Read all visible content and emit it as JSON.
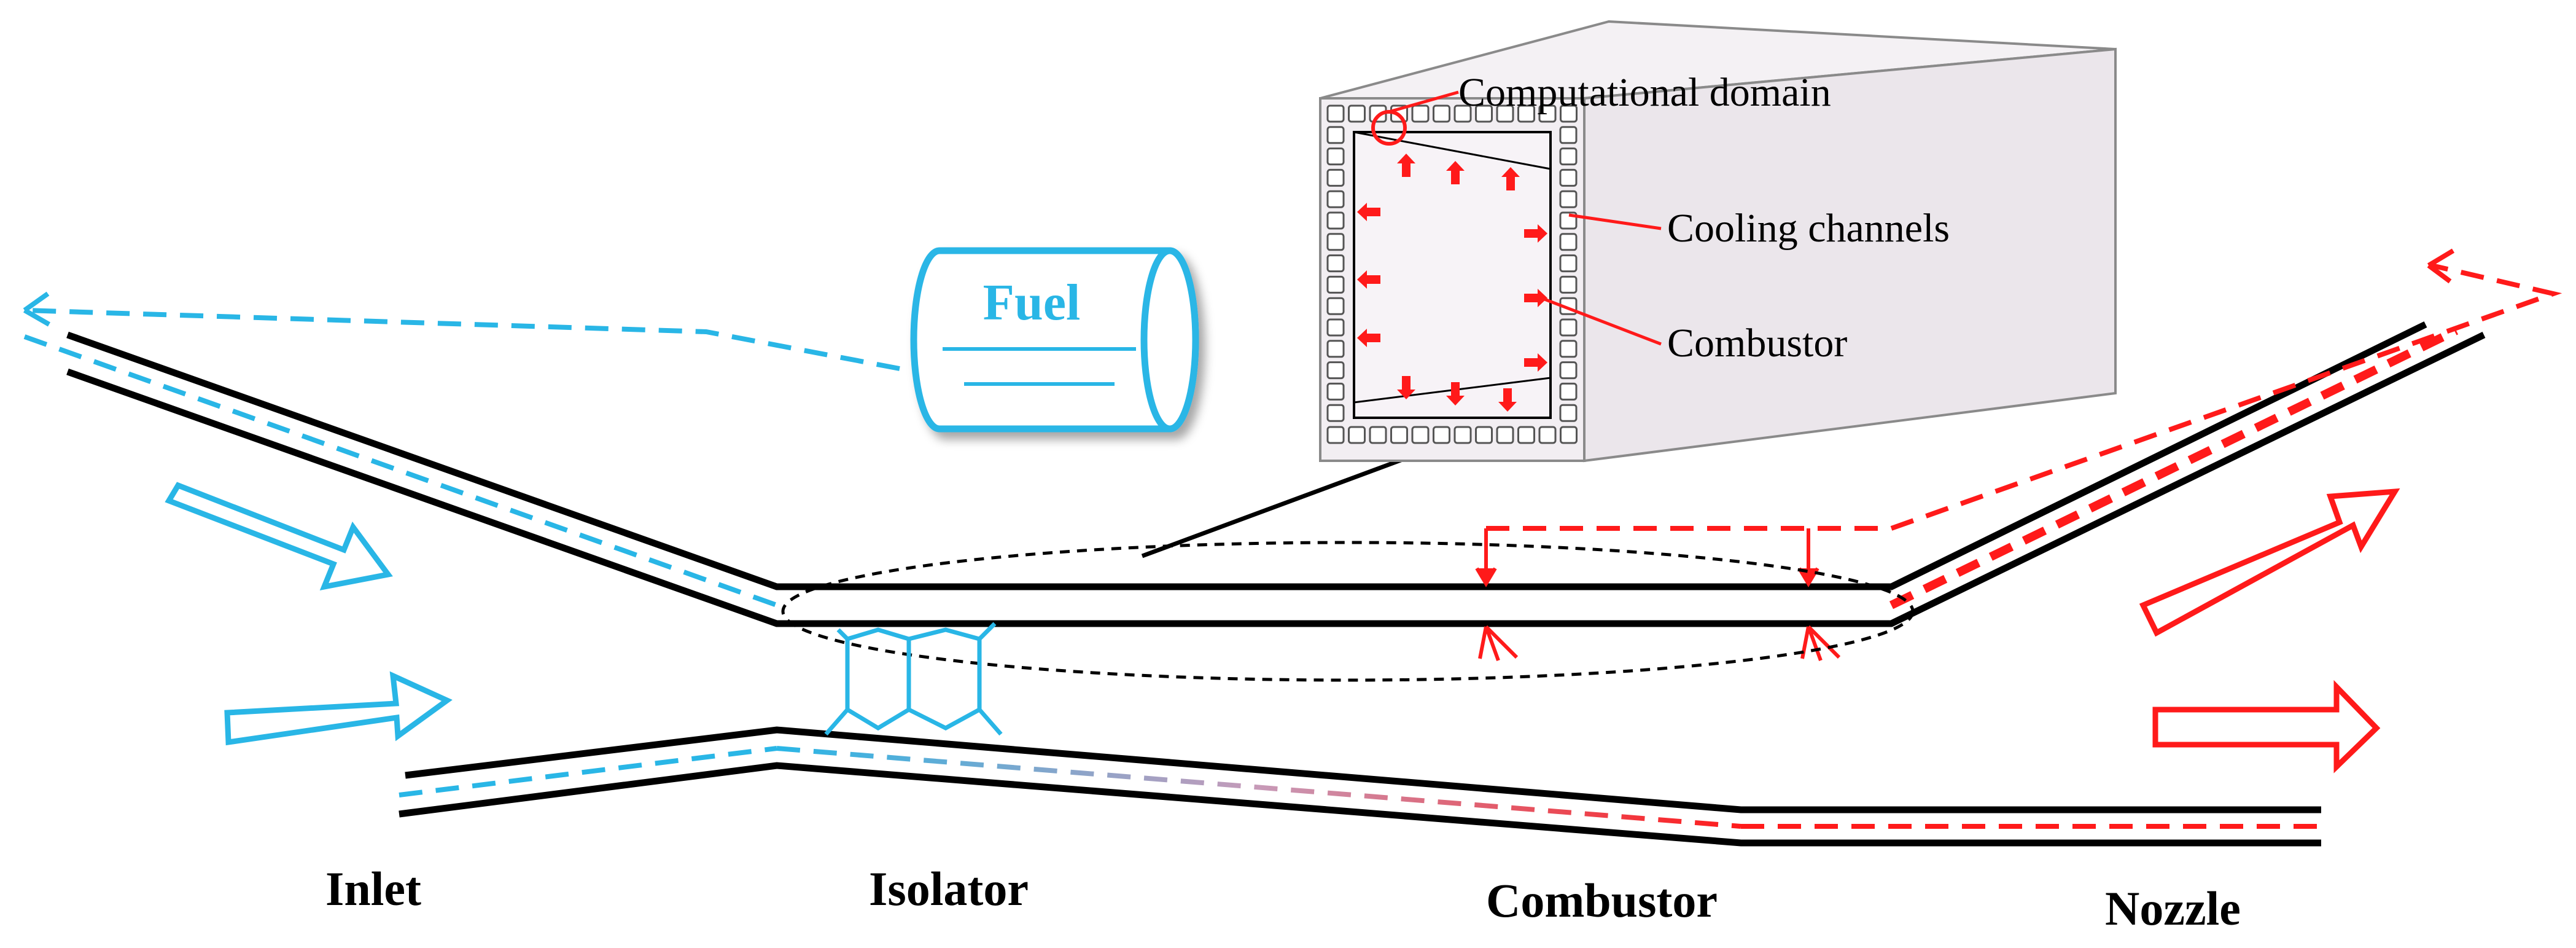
{
  "labels": {
    "inlet": "Inlet",
    "isolator": "Isolator",
    "combustor": "Combustor",
    "nozzle": "Nozzle",
    "fuel": "Fuel",
    "computational_domain": "Computational domain",
    "cooling_channels": "Cooling channels",
    "combustor_callout": "Combustor"
  },
  "colors": {
    "cold": "#29b6e6",
    "hot": "#ff1a1a",
    "wall": "#000000",
    "box_edge": "#8a8a8a",
    "box_face": "#f2eef2"
  }
}
